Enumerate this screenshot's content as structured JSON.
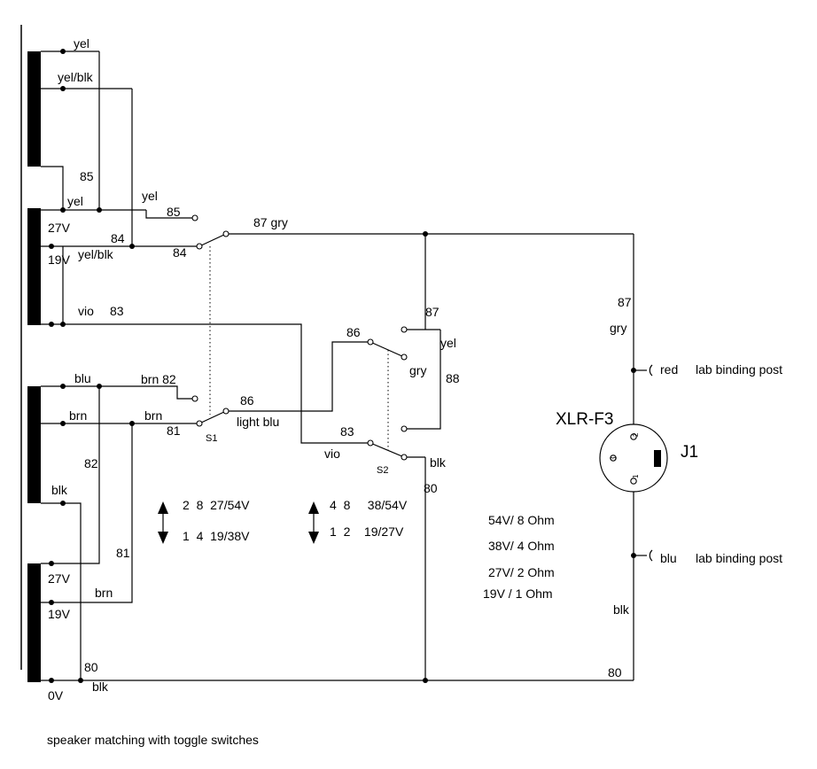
{
  "transformer": {
    "upper": {
      "tap_top": "yel",
      "tap_top2": "yel/blk",
      "tap_85": "85",
      "tap_yel": "yel",
      "v27": "27V",
      "v19": "19V",
      "tap_84": "84",
      "tap_yelblk": "yel/blk",
      "vio": "vio",
      "tap_83": "83"
    },
    "lower": {
      "blu": "blu",
      "brn": "brn",
      "tap_82": "82",
      "blk": "blk",
      "tap_81": "81",
      "v27": "27V",
      "brn2": "brn",
      "v19": "19V",
      "tap_80": "80",
      "v0": "0V",
      "blk2": "blk"
    }
  },
  "switch_s1": {
    "name": "S1",
    "in_yel": "yel",
    "pin_85": "85",
    "pin_84": "84",
    "out_87_gry": "87 gry",
    "in_brn_82": "brn 82",
    "in_brn": "brn",
    "pin_81": "81",
    "pin_86": "86",
    "out_light_blu": "light blu"
  },
  "switch_s2": {
    "name": "S2",
    "pin_86": "86",
    "pin_87": "87",
    "yel": "yel",
    "gry": "gry",
    "pin_88": "88",
    "pin_83": "83",
    "vio": "vio",
    "blk": "blk",
    "pin_80": "80"
  },
  "positions": {
    "s1_up": "2  8  27/54V",
    "s1_down": "1  4  19/38V",
    "s2_up": "4  8     38/54V",
    "s2_down": "1  2    19/27V"
  },
  "impedances": [
    "54V/ 8 Ohm",
    "38V/ 4 Ohm",
    "27V/ 2 Ohm",
    "19V / 1 Ohm"
  ],
  "connector": {
    "name": "XLR-F3",
    "ref": "J1",
    "pin87": "87",
    "gry": "gry",
    "red": "red",
    "red_post": "lab binding post",
    "blu": "blu",
    "blu_post": "lab binding post",
    "blk": "blk",
    "pin80": "80",
    "pins": [
      "2",
      "3",
      "1"
    ]
  },
  "caption": "speaker matching with toggle switches"
}
